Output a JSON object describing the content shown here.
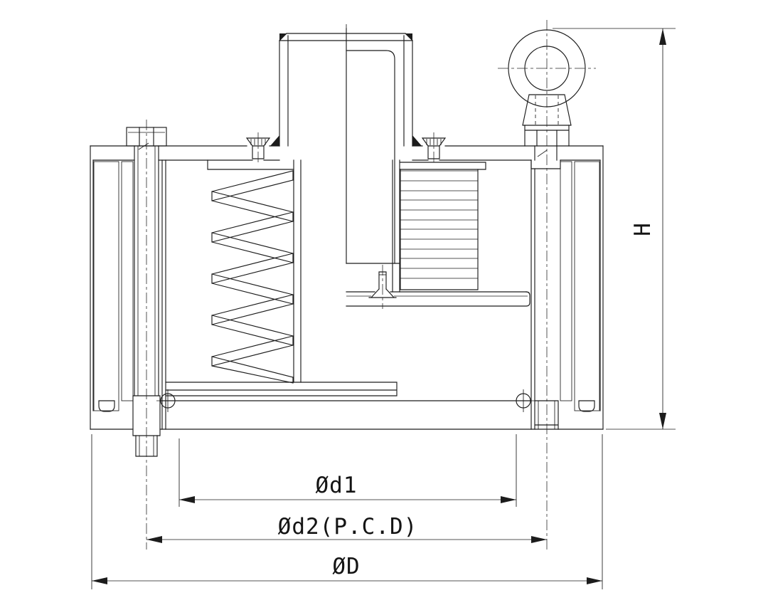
{
  "drawing": {
    "kind": "sectional-technical-drawing",
    "labels": {
      "d1": "Ød1",
      "d2": "Ød2(P.C.D)",
      "D": "ØD",
      "H": "H"
    }
  },
  "colors": {
    "line": "#1c1c1c",
    "background": "#ffffff"
  }
}
